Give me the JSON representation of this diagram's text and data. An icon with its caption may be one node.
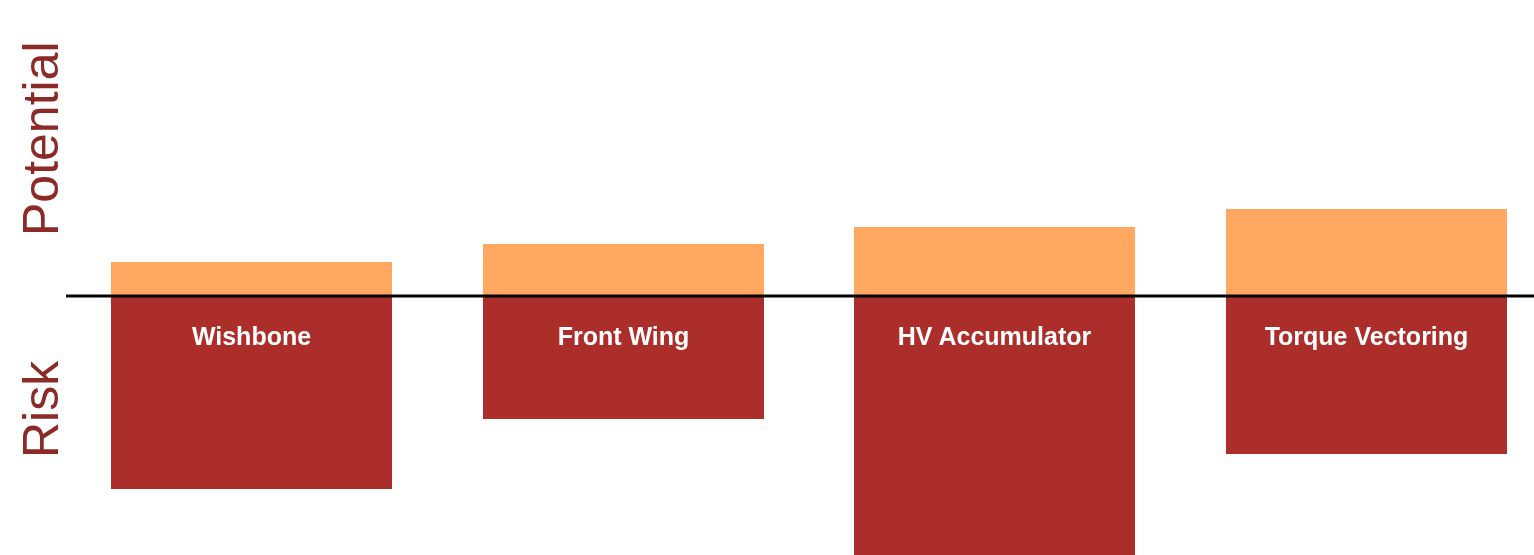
{
  "diagram": {
    "nodes": [
      {
        "text": [],
        "shape": "bar"
      },
      {
        "text": [],
        "shape": "bar"
      },
      {
        "text": [],
        "shape": "bar"
      },
      {
        "text": [],
        "shape": "bar"
      },
      {
        "text": [
          "Wishbone"
        ]
      },
      {
        "text": [
          "Front Wing"
        ]
      },
      {
        "text": [
          "HV Accumulator"
        ]
      },
      {
        "text": [
          "Torque Vectoring"
        ]
      }
    ],
    "edges": [],
    "labels": [
      "Potential",
      "Risk"
    ]
  }
}
